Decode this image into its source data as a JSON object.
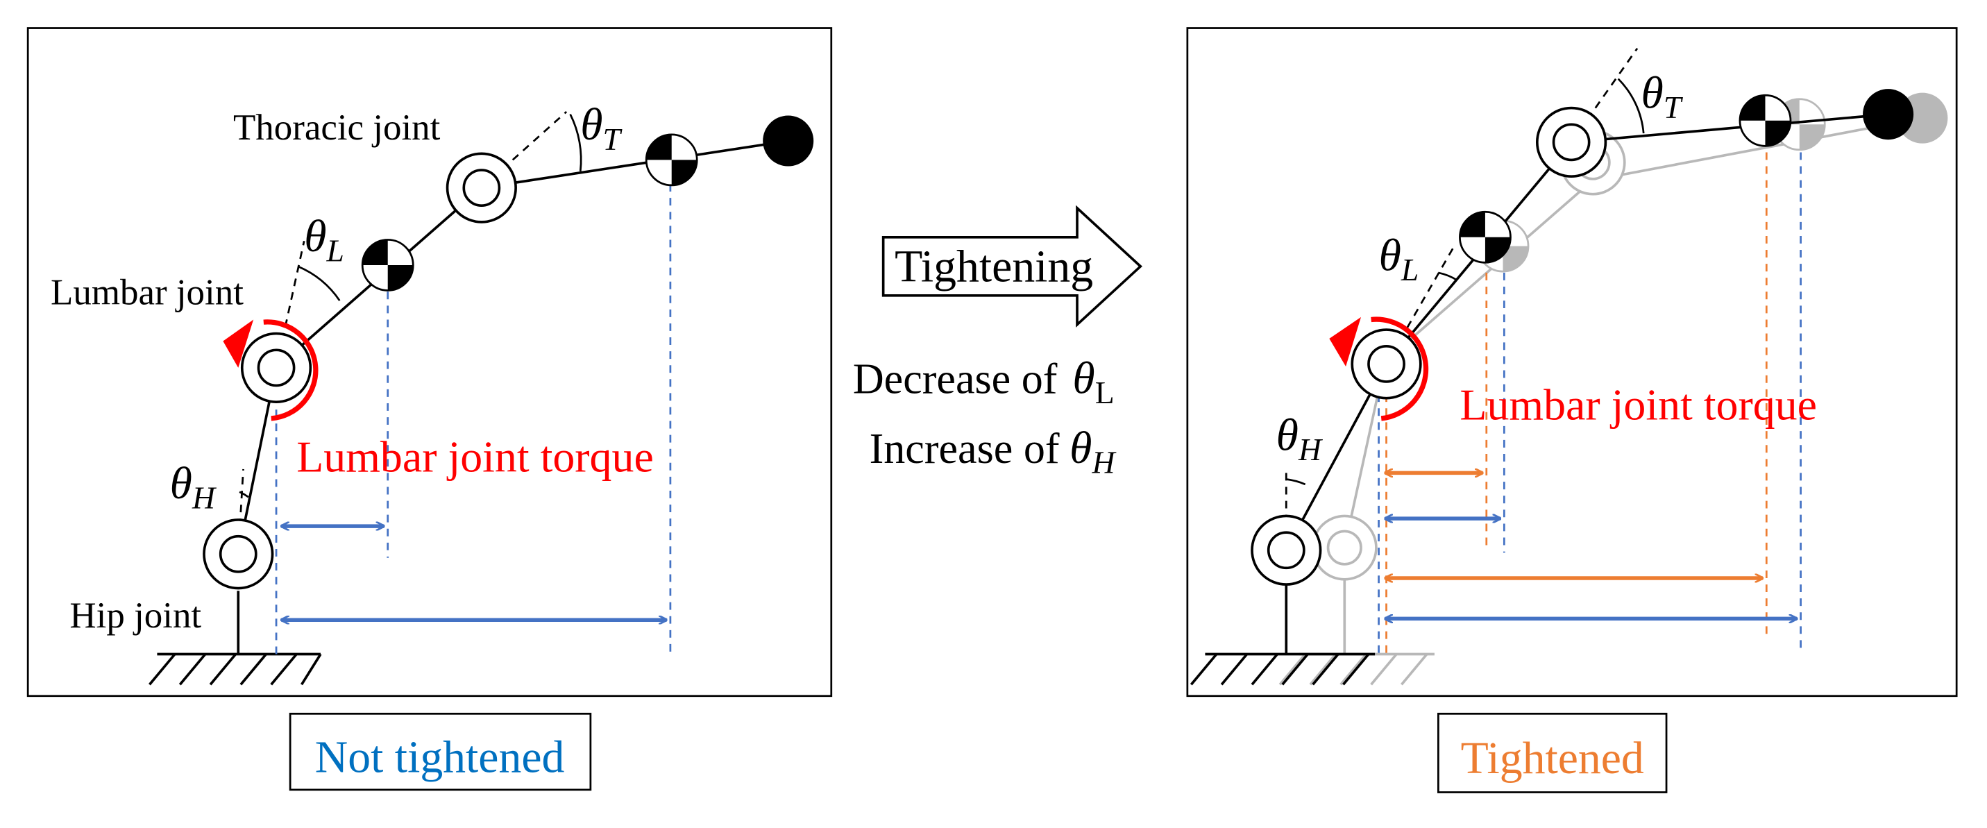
{
  "left_panel": {
    "caption": "Not tightened",
    "thoracic_label": "Thoracic joint",
    "lumbar_label": "Lumbar joint",
    "hip_label": "Hip joint",
    "torque_label": "Lumbar joint torque",
    "theta_symbol": "θ",
    "theta_T_sub": "T",
    "theta_L_sub": "L",
    "theta_H_sub": "H"
  },
  "right_panel": {
    "caption": "Tightened",
    "torque_label": "Lumbar joint torque",
    "theta_symbol": "θ",
    "theta_T_sub": "T",
    "theta_L_sub": "L",
    "theta_H_sub": "H"
  },
  "middle": {
    "arrow_label": "Tightening",
    "decrease_text": "Decrease of",
    "increase_text": "Increase of",
    "theta_symbol": "θ",
    "L_sub": "L",
    "H_sub": "H"
  },
  "colors": {
    "blue": "#4472c4",
    "orange": "#ed7d31",
    "red": "#ff0000",
    "caption_blue": "#0070c0",
    "caption_orange": "#ed7d31",
    "ghost": "#b8b8b8"
  }
}
